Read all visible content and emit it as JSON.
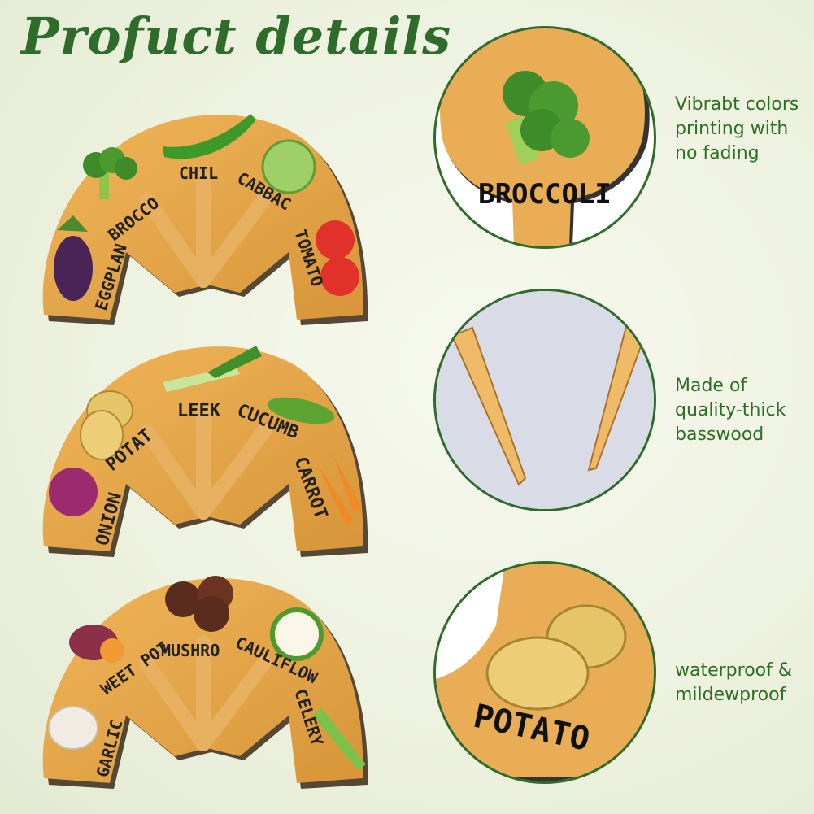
{
  "page": {
    "title": "Profuct details"
  },
  "fans": [
    {
      "labels": [
        "EGGPLANT",
        "BROCCOLI",
        "CHILI",
        "CABBAGE",
        "TOMATO"
      ],
      "visible": [
        "EGGPLAN",
        "BROCCO",
        "CHIL",
        "CABBAC",
        "TOMATO"
      ]
    },
    {
      "labels": [
        "ONION",
        "POTATO",
        "LEEK",
        "CUCUMBER",
        "CARROT"
      ],
      "visible": [
        "ONION",
        "POTAT",
        "LEEK",
        "CUCUMB",
        "CARROT"
      ]
    },
    {
      "labels": [
        "GARLIC",
        "SWEET POTATO",
        "MUSHROOM",
        "CAULIFLOWER",
        "CELERY"
      ],
      "visible": [
        "GARLIC",
        "WEET POT",
        "MUSHRO",
        "CAULIFLOW",
        "CELERY"
      ]
    }
  ],
  "closeups": [
    {
      "label": "BROCCOLI",
      "icon": "broccoli-icon"
    },
    {
      "label": "",
      "icon": "wooden-stake-icon"
    },
    {
      "label": "POTATO",
      "icon": "potato-icon"
    }
  ],
  "features": [
    {
      "lines": [
        "Vibrabt colors",
        "printing with",
        "no fading"
      ]
    },
    {
      "lines": [
        "Made of",
        "quality-thick",
        "basswood"
      ]
    },
    {
      "lines": [
        "waterproof &",
        "mildewproof"
      ]
    }
  ],
  "colors": {
    "title": "#2f6b2a",
    "feature_text": "#2e6e25",
    "wood": "#e6a94c",
    "wood_dark": "#c98a2e",
    "circle_border": "#2f6b2a"
  }
}
